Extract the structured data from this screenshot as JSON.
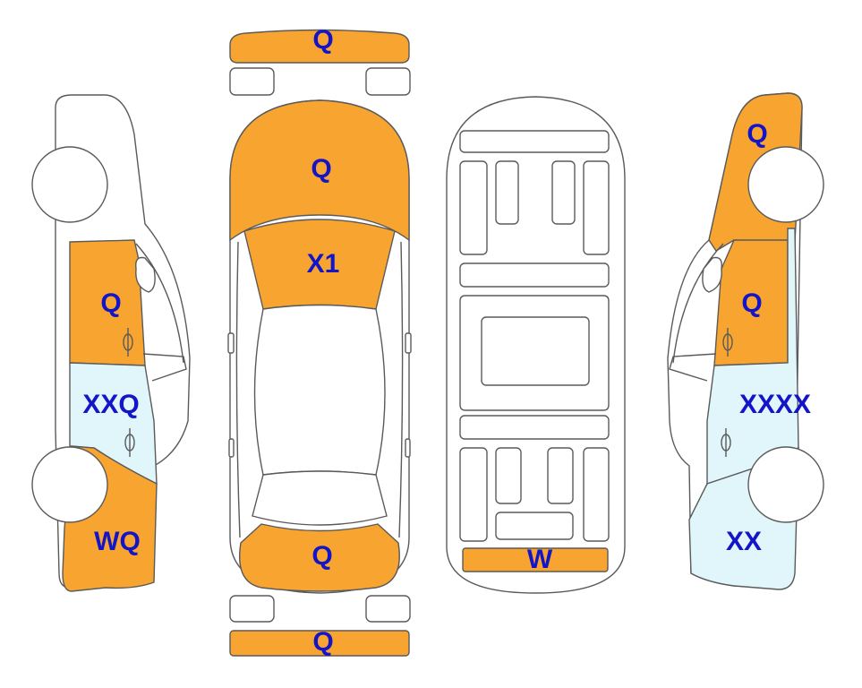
{
  "colors": {
    "damaged": "#F7A530",
    "glass": "#E1F6FB",
    "outline": "#5A5A5A",
    "label": "#1515C8",
    "body": "#FFFFFF"
  },
  "labels": {
    "front_bumper": "Q",
    "hood": "Q",
    "windshield": "X1",
    "trunk": "Q",
    "rear_bumper": "Q",
    "underbody_rear": "W",
    "left_front_door": "Q",
    "left_rear_door": "XXQ",
    "left_rear_quarter": "WQ",
    "right_front_fender": "Q",
    "right_front_door": "Q",
    "right_rear_door": "XXXX",
    "right_rear_quarter": "XX"
  }
}
